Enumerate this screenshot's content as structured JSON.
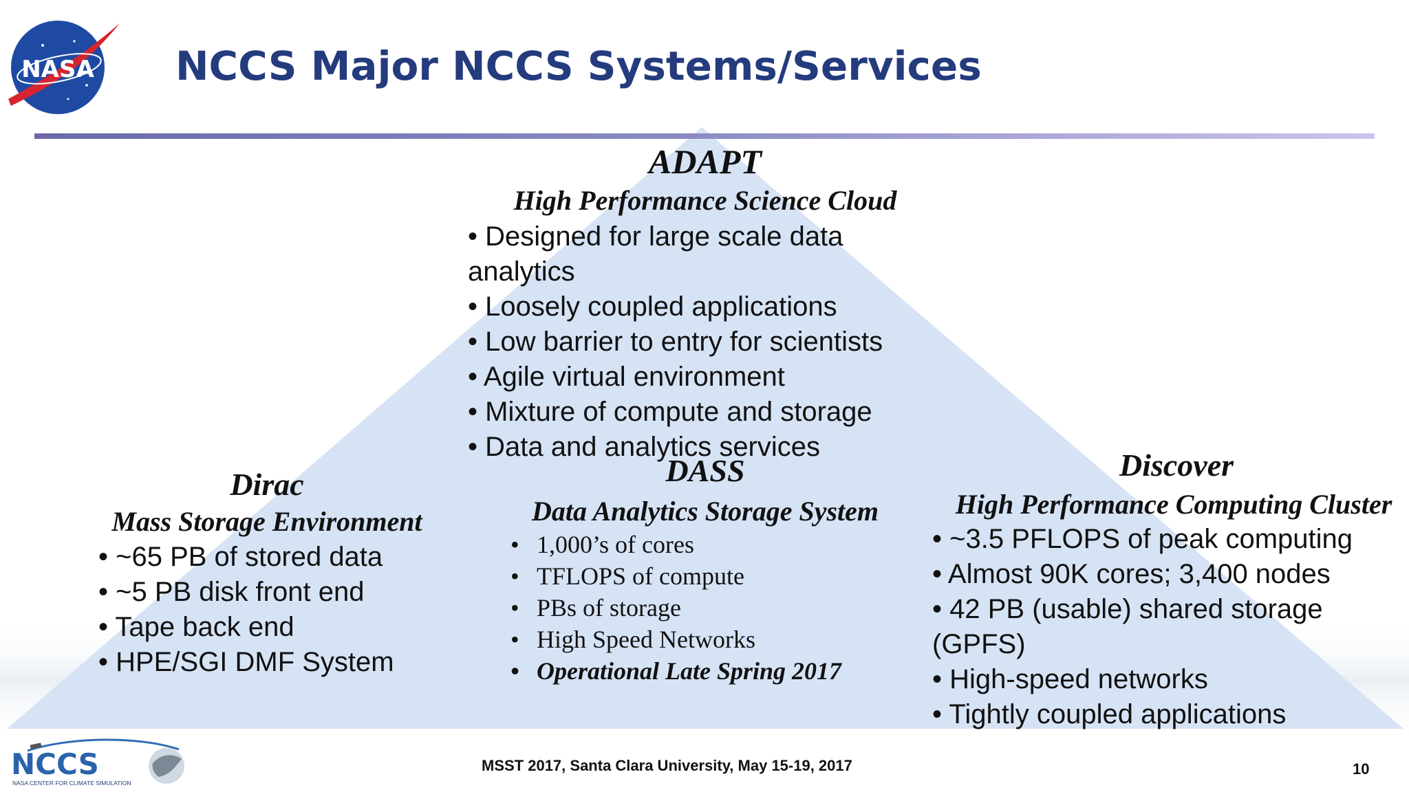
{
  "title": "NCCS Major NCCS Systems/Services",
  "logos": {
    "nasa": {
      "text": "NASA",
      "icon": "nasa-meatball-icon"
    },
    "nccs": {
      "text": "NCCS",
      "subtext": "NASA CENTER FOR CLIMATE SIMULATION",
      "icon": "nccs-logo-icon"
    }
  },
  "colors": {
    "title": "#243b7e",
    "pyramid": "#d6e3f5",
    "rule": "#7f7cbb"
  },
  "adapt": {
    "name": "ADAPT",
    "subtitle": "High Performance Science Cloud",
    "bullets": [
      "• Designed for large scale data",
      "analytics",
      "• Loosely coupled applications",
      "• Low barrier to entry for scientists",
      "• Agile virtual environment",
      "• Mixture of compute and storage",
      "• Data and analytics services"
    ]
  },
  "dirac": {
    "name": "Dirac",
    "subtitle": "Mass Storage Environment",
    "bullets": [
      "• ~65 PB of stored data",
      "• ~5 PB disk front end",
      "• Tape back end",
      "• HPE/SGI DMF System"
    ]
  },
  "dass": {
    "name": "DASS",
    "subtitle": "Data Analytics Storage System",
    "bullets": [
      "1,000’s of cores",
      "TFLOPS of compute",
      "PBs of storage",
      "High Speed Networks",
      "Operational Late Spring 2017"
    ],
    "bullet_symbol": "•"
  },
  "discover": {
    "name": "Discover",
    "subtitle": "High Performance Computing Cluster",
    "bullets": [
      "• ~3.5 PFLOPS of peak computing",
      "• Almost 90K cores; 3,400 nodes",
      "• 42 PB (usable) shared storage",
      "(GPFS)",
      "• High-speed networks",
      "• Tightly coupled applications"
    ]
  },
  "footer": "MSST 2017, Santa Clara University, May 15-19, 2017",
  "page_number": "10"
}
